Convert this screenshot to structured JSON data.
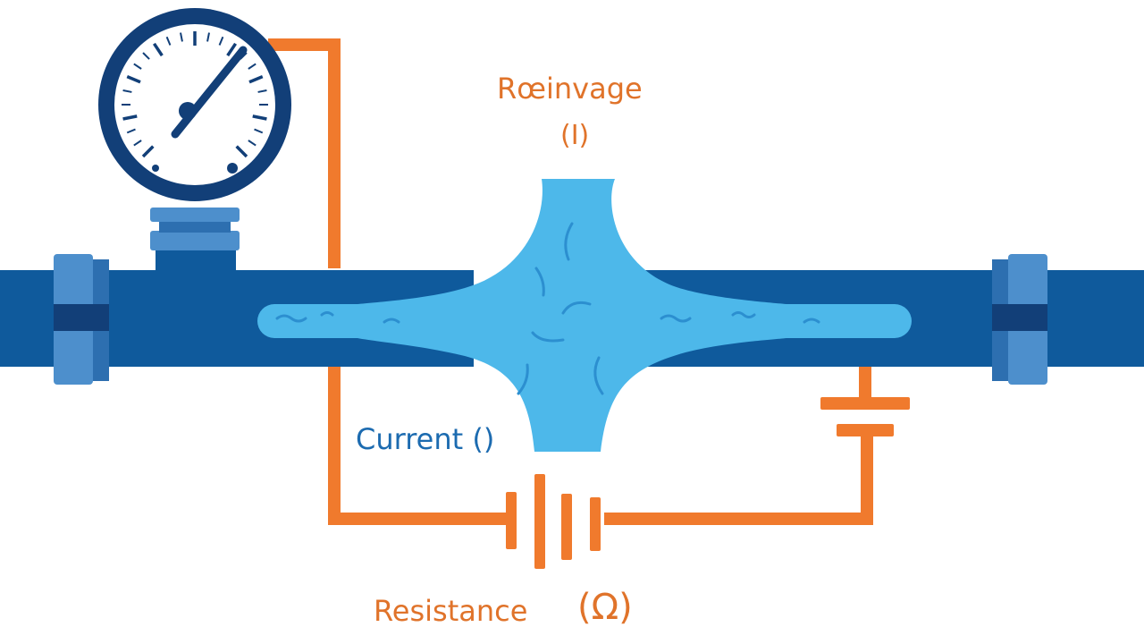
{
  "colors": {
    "pipe_dark": "#0f5a9c",
    "pipe_mid": "#2d6fb0",
    "flange": "#4d8fcc",
    "water": "#4db8ea",
    "water_dark": "#2c8fd0",
    "wire": "#f07a2d",
    "gauge_rim": "#123f78",
    "label_orange": "#e0732a",
    "label_blue": "#1c6bb0"
  },
  "labels": {
    "top": "Rœinvage",
    "top_sub": "(I)",
    "current": "Current ()",
    "resistance": "Resistance",
    "ohm": "(Ω)"
  },
  "icons": {
    "gauge": "pressure-gauge-icon",
    "battery": "battery-cell-icon",
    "capacitor": "capacitor-icon"
  }
}
